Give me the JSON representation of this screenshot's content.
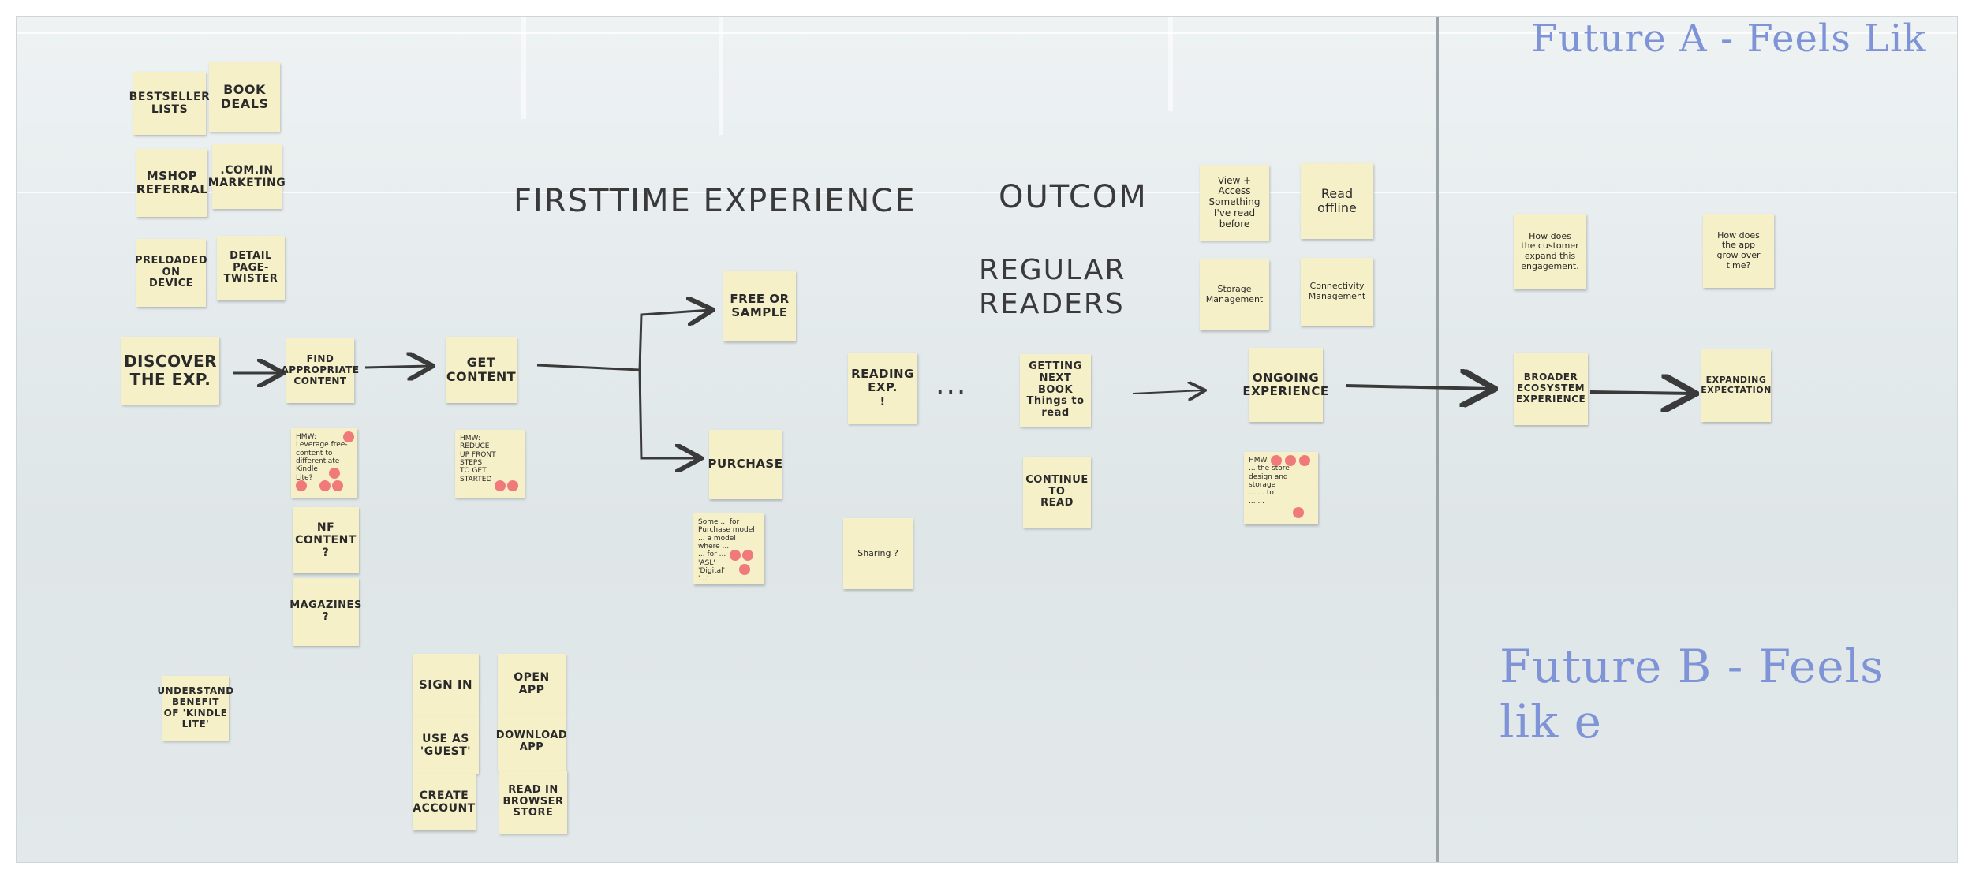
{
  "headings": {
    "first_time": "FIRSTTIME EXPERIENCE",
    "outcome": "OUTCOM",
    "regular_readers": "REGULAR\nREADERS",
    "future_a": "Future A - Feels Lik",
    "future_b": "Future B - Feels     lik e"
  },
  "dots": "...",
  "notes": {
    "bestseller": "BESTSELLER\nLISTS",
    "book_deals": "BOOK\nDEALS",
    "mshop": "MSHOP\nREFERRAL",
    "com_in": ".COM.IN\nMARKETING",
    "preloaded": "PRELOADED\nON\nDEVICE",
    "detail_page": "DETAIL\nPAGE-\nTWISTER",
    "discover": "DISCOVER\nTHE EXP.",
    "find_content": "FIND\nAPPROPRIATE\nCONTENT",
    "get_content": "GET\nCONTENT",
    "free_sample": "FREE OR\nSAMPLE",
    "purchase": "PURCHASE",
    "reading_exp": "READING\nEXP.\n!",
    "getting_next_book": "GETTING\nNEXT\nBOOK\nThings to read",
    "continue_read": "CONTINUE\nTO\nREAD",
    "view_access": "View +\nAccess\nSomething\nI've read\nbefore",
    "read_offline": "Read\noffline",
    "storage": "Storage\nManagement",
    "connectivity": "Connectivity\nManagement",
    "ongoing": "ONGOING\nEXPERIENCE",
    "how_customer": "How does\nthe customer\nexpand this\nengagement.",
    "how_app": "How does\nthe app\ngrow over\ntime?",
    "broader": "BROADER\nECOSYSTEM\nEXPERIENCE",
    "expanding": "EXPANDING\nEXPECTATION",
    "hmw_leverage": "HMW:\nLeverage free-\ncontent to\ndifferentiate Kindle\nLite?",
    "nf_content": "NF\nCONTENT\n?",
    "magazines": "MAGAZINES\n?",
    "hmw_reduce": "HMW:\nREDUCE\nUP FRONT STEPS\nTO GET\nSTARTED",
    "purchase_note": "Some ... for\nPurchase model\n... a model where ...\n... for ...\n'ASL'\n'Digital'\n'...'",
    "sharing": "Sharing ?",
    "ongoing_note": "HMW:\n... the store\ndesign and storage\n... ... to\n... ...",
    "understand": "UNDERSTAND\nBENEFIT\nOF 'KINDLE\nLITE'",
    "sign_in": "SIGN IN",
    "open_app": "OPEN\nAPP",
    "use_guest": "USE AS\n'GUEST'",
    "download_app": "DOWNLOAD\nAPP",
    "create_account": "CREATE\nACCOUNT",
    "read_browser": "READ IN\nBROWSER\nSTORE"
  },
  "colors": {
    "sticky": "#f5f0c8",
    "marker_dark": "#3a3a3a",
    "marker_blue": "#7f94d6",
    "vote_dot": "#f07a7a"
  }
}
